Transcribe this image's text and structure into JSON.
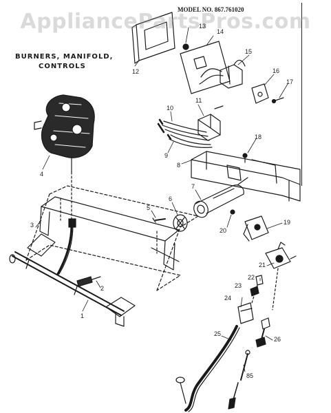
{
  "watermark": "AppliancePartsPros.com",
  "model_number": "MODEL NO. 867.761020",
  "title": {
    "line1": "BURNERS, MANIFOLD,",
    "line2": "CONTROLS"
  },
  "part_labels": {
    "p1": "1",
    "p2": "2",
    "p3": "3",
    "p4": "4",
    "p5": "5",
    "p6": "6",
    "p7": "7",
    "p8": "8",
    "p9": "9",
    "p10": "10",
    "p11": "11",
    "p12": "12",
    "p13": "13",
    "p14": "14",
    "p15": "15",
    "p16": "16",
    "p17": "17",
    "p18": "18",
    "p19": "19",
    "p20": "20",
    "p21": "21",
    "p22": "22",
    "p23": "23",
    "p24": "24",
    "p25": "25",
    "p26": "26",
    "p85": "85"
  },
  "colors": {
    "ink": "#1a1a1a",
    "watermark": "#969696"
  }
}
